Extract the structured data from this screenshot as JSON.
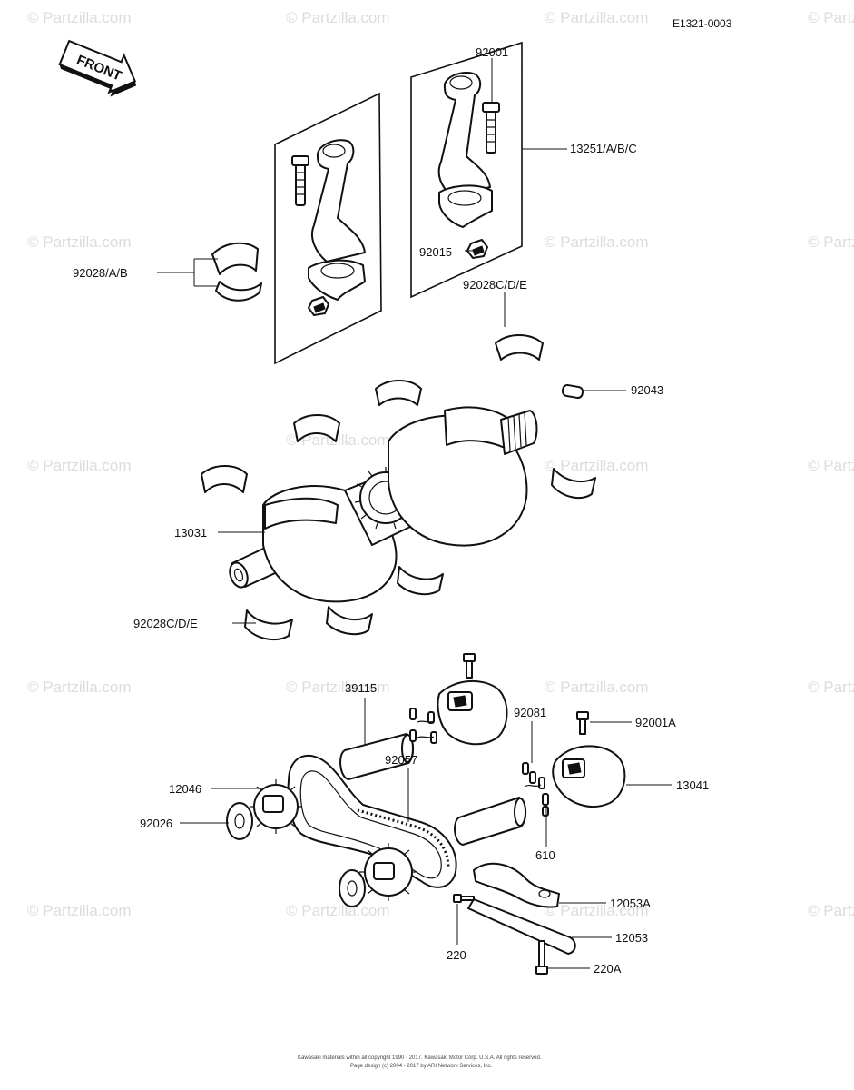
{
  "reference_code": "E1321-0003",
  "front_label": "FRONT",
  "watermark": "© Partzilla.com",
  "callouts": {
    "rod_bolt": "92001",
    "rod_assy": "13251/A/B/C",
    "rod_nut": "92015",
    "bearing_rod": "92028/A/B",
    "bearing_main_upper": "92028C/D/E",
    "pin": "92043",
    "crankshaft": "13031",
    "bearing_main_lower": "92028C/D/E",
    "shaft_39115": "39115",
    "bolt_92001A": "92001A",
    "spring_92081": "92081",
    "chain_92057": "92057",
    "sprocket_12046": "12046",
    "balancer_13041": "13041",
    "washer_92026": "92026",
    "pin_610": "610",
    "guide_12053A": "12053A",
    "guide_12053": "12053",
    "bolt_220": "220",
    "bolt_220A": "220A"
  },
  "footer": {
    "line1": "Kawasaki materials within all copyright 1990 - 2017. Kawasaki Motor Corp. U.S.A. All rights reserved.",
    "line2": "Page design (c) 2004 - 2017 by ARI Network Services, Inc."
  }
}
